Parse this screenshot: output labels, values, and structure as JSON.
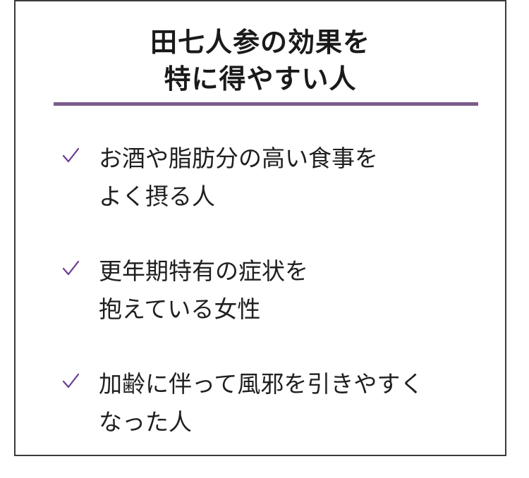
{
  "title": {
    "line1": "田七人参の効果を",
    "line2": "特に得やすい人"
  },
  "items": [
    {
      "line1": "お酒や脂肪分の高い食事を",
      "line2": "よく摂る人"
    },
    {
      "line1": "更年期特有の症状を",
      "line2": "抱えている女性"
    },
    {
      "line1": "加齢に伴って風邪を引きやすく",
      "line2": "なった人"
    }
  ],
  "colors": {
    "accent": "#7b5c8a",
    "check": "#6a3d8f",
    "border": "#3a3a3a"
  },
  "icons": {
    "check": "checkmark-icon"
  }
}
